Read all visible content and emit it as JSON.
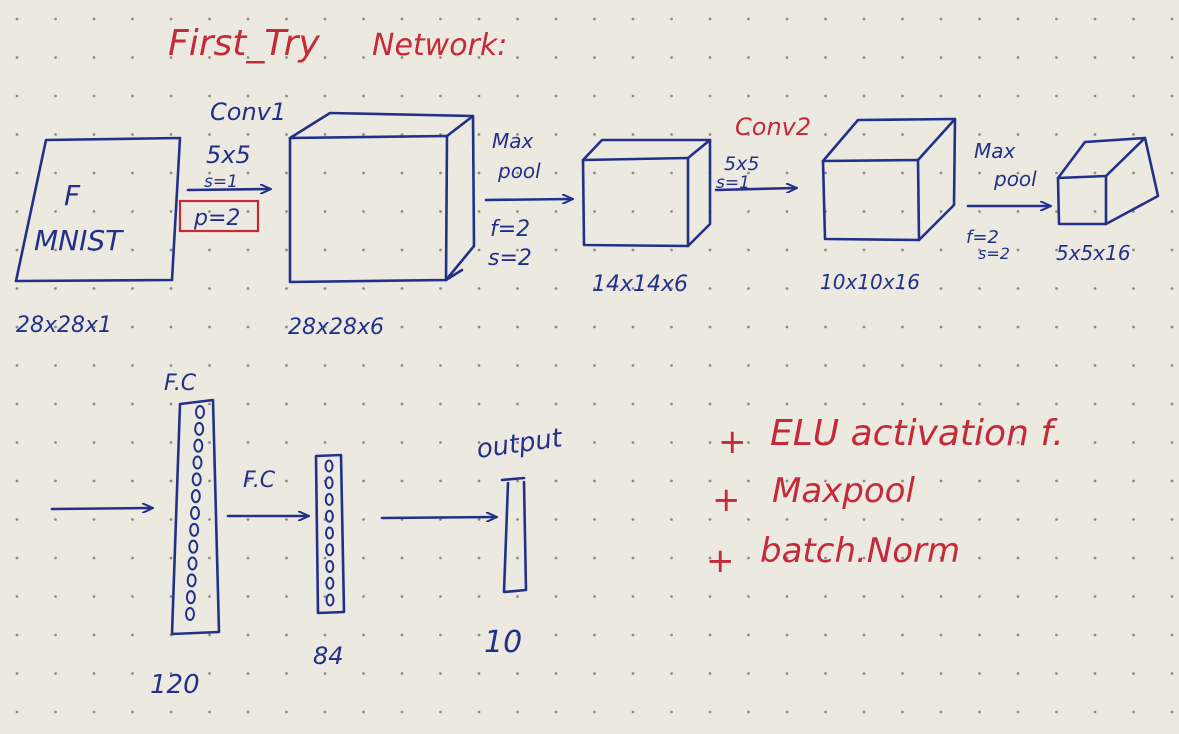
{
  "title": "First_Try",
  "subtitle": "Network:",
  "colors": {
    "paper": "#eceae0",
    "blue_ink": "#23308a",
    "red_ink": "#c42a38"
  },
  "input": {
    "top_text": "F",
    "main_text": "MNIST",
    "dims": "28x28x1"
  },
  "conv1": {
    "label": "Conv1",
    "kernel": "5x5",
    "stride": "s=1",
    "padding": "p=2",
    "output_dims": "28x28x6"
  },
  "pool1": {
    "label_top": "Max",
    "label_bottom": "pool",
    "filter": "f=2",
    "stride": "s=2",
    "output_dims": "14x14x6"
  },
  "conv2": {
    "label": "Conv2",
    "kernel": "5x5",
    "stride": "s=1",
    "output_dims": "10x10x16"
  },
  "pool2": {
    "label_top": "Max",
    "label_bottom": "pool",
    "filter": "f=2",
    "stride": "s=2",
    "output_dims": "5x5x16"
  },
  "fc1": {
    "label": "F.C",
    "size": "120"
  },
  "fc2": {
    "label": "F.C",
    "size": "84"
  },
  "output_layer": {
    "label": "output",
    "size": "10"
  },
  "notes": {
    "items": [
      {
        "bullet": "+",
        "text": "ELU activation f."
      },
      {
        "bullet": "+",
        "text": "Maxpool"
      },
      {
        "bullet": "+",
        "text": "batch.Norm"
      }
    ]
  }
}
